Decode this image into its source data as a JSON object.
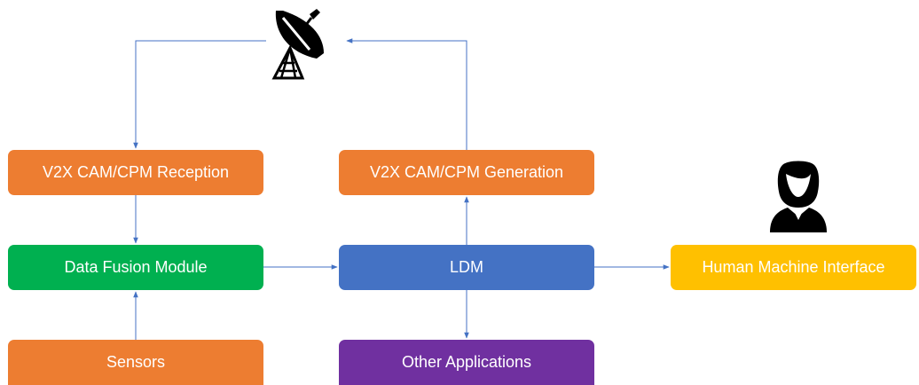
{
  "boxes": {
    "v2x_reception": "V2X CAM/CPM Reception",
    "v2x_generation": "V2X CAM/CPM Generation",
    "data_fusion": "Data Fusion Module",
    "ldm": "LDM",
    "hmi": "Human Machine Interface",
    "sensors": "Sensors",
    "other_apps": "Other Applications"
  },
  "icons": {
    "antenna": "satellite-dish-icon",
    "user": "person-icon"
  },
  "colors": {
    "orange": "#ED7D31",
    "green": "#00B050",
    "blue": "#4472C4",
    "yellow": "#FFC000",
    "purple": "#7030A0",
    "connector": "#4472C4"
  }
}
